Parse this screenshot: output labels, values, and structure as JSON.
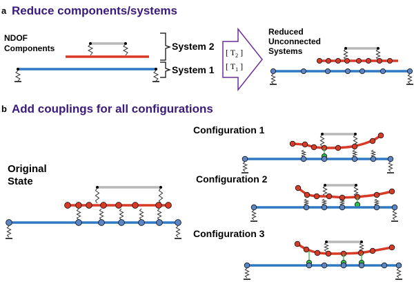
{
  "section_a": {
    "letter": "a",
    "title": "Reduce components/systems"
  },
  "section_b": {
    "letter": "b",
    "title": "Add couplings for all configurations"
  },
  "labels": {
    "ndof_line1": "NDOF",
    "ndof_line2": "Components",
    "system2": "System 2",
    "system1": "System 1",
    "reduced_line1": "Reduced",
    "reduced_line2": "Unconnected",
    "reduced_line3": "Systems",
    "transform_t2": "[ T",
    "transform_t2_sub": "2",
    "transform_t1": "[ T",
    "transform_t1_sub": "1",
    "bracket_close": " ]",
    "original_line1": "Original",
    "original_line2": "State",
    "config1": "Configuration 1",
    "config2": "Configuration 2",
    "config3": "Configuration 3"
  },
  "colors": {
    "title": "#3a1a7a",
    "system1_beam": "#2f78c4",
    "system2_beam": "#d83a26",
    "node_blue": "#5b86c6",
    "node_red": "#d83a26",
    "node_green": "#2fbf4f",
    "top_bar": "#b8b8b8",
    "arrow_outline": "#6a2c9c"
  }
}
